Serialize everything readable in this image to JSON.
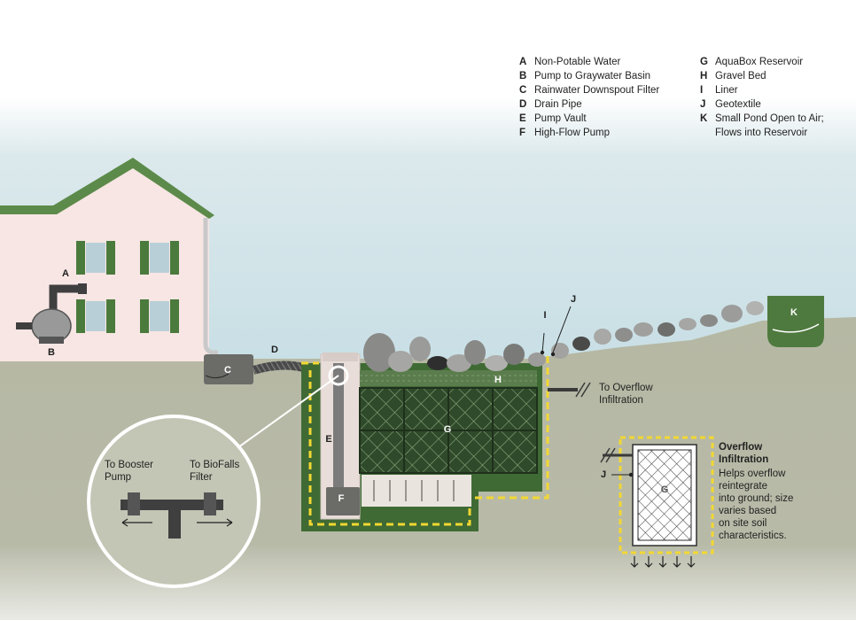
{
  "legend": {
    "left": [
      {
        "key": "A",
        "text": "Non-Potable Water"
      },
      {
        "key": "B",
        "text": "Pump to Graywater Basin"
      },
      {
        "key": "C",
        "text": "Rainwater Downspout Filter"
      },
      {
        "key": "D",
        "text": "Drain Pipe"
      },
      {
        "key": "E",
        "text": "Pump Vault"
      },
      {
        "key": "F",
        "text": "High-Flow Pump"
      }
    ],
    "right": [
      {
        "key": "G",
        "text": "AquaBox Reservoir"
      },
      {
        "key": "H",
        "text": "Gravel Bed"
      },
      {
        "key": "I",
        "text": "Liner"
      },
      {
        "key": "J",
        "text": "Geotextile"
      },
      {
        "key": "K",
        "text": "Small Pond Open to Air;"
      },
      {
        "key": "",
        "text": "Flows into Reservoir"
      }
    ]
  },
  "labels": {
    "A": "A",
    "B": "B",
    "C": "C",
    "D": "D",
    "E": "E",
    "F": "F",
    "G": "G",
    "G2": "G",
    "H": "H",
    "I": "I",
    "J": "J",
    "J2": "J",
    "K": "K"
  },
  "callouts": {
    "overflow_arrow": [
      "To Overflow",
      "Infiltration"
    ],
    "booster": [
      "To Booster",
      "Pump"
    ],
    "biofalls": [
      "To BioFalls",
      "Filter"
    ],
    "overflow_title": [
      "Overflow",
      "Infiltration"
    ],
    "overflow_desc": [
      "Helps overflow",
      "reintegrate",
      "into ground; size",
      "varies based",
      "on site soil",
      "characteristics."
    ]
  },
  "colors": {
    "sky": "#cfe3e8",
    "ground": "#b3b7a2",
    "house": "#f7e6e4",
    "roof": "#5c8a4a",
    "shutter": "#4a7a3c",
    "reservoir": "#2f4a2a",
    "liner": "#f2d832",
    "pipe": "#4a4a4a"
  }
}
